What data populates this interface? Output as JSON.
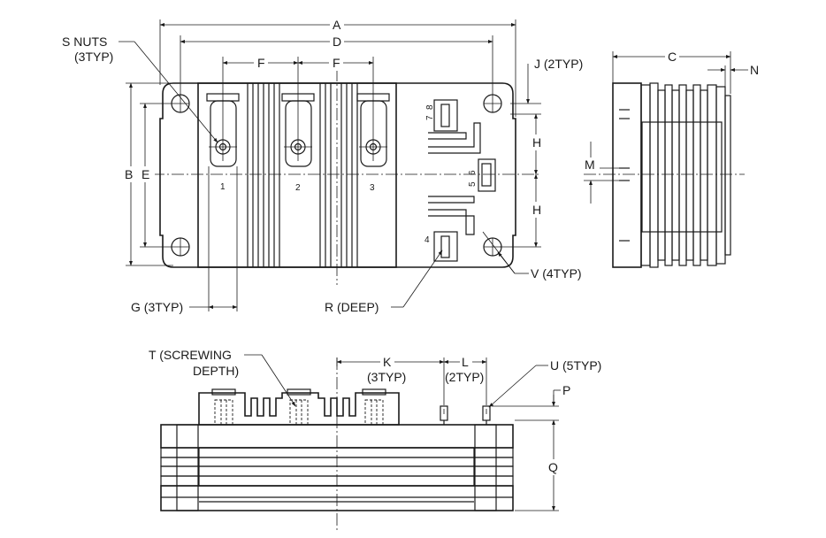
{
  "labels": {
    "A": "A",
    "D": "D",
    "F1": "F",
    "F2": "F",
    "B": "B",
    "E": "E",
    "C": "C",
    "N": "N",
    "M": "M",
    "H1": "H",
    "H2": "H",
    "J": "J (2TYP)",
    "V": "V (4TYP)",
    "G": "G (3TYP)",
    "R": "R (DEEP)",
    "S_line1": "S NUTS",
    "S_line2": "(3TYP)",
    "T_line1": "T (SCREWING",
    "T_line2": "DEPTH)",
    "K": "K",
    "K_sub": "(3TYP)",
    "L": "L",
    "L_sub": "(2TYP)",
    "U": "U (5TYP)",
    "P": "P",
    "Q": "Q"
  },
  "terminals": {
    "t1": "1",
    "t2": "2",
    "t3": "3",
    "t4": "4",
    "t5": "5",
    "t6": "6",
    "t7": "7",
    "t8": "8"
  }
}
